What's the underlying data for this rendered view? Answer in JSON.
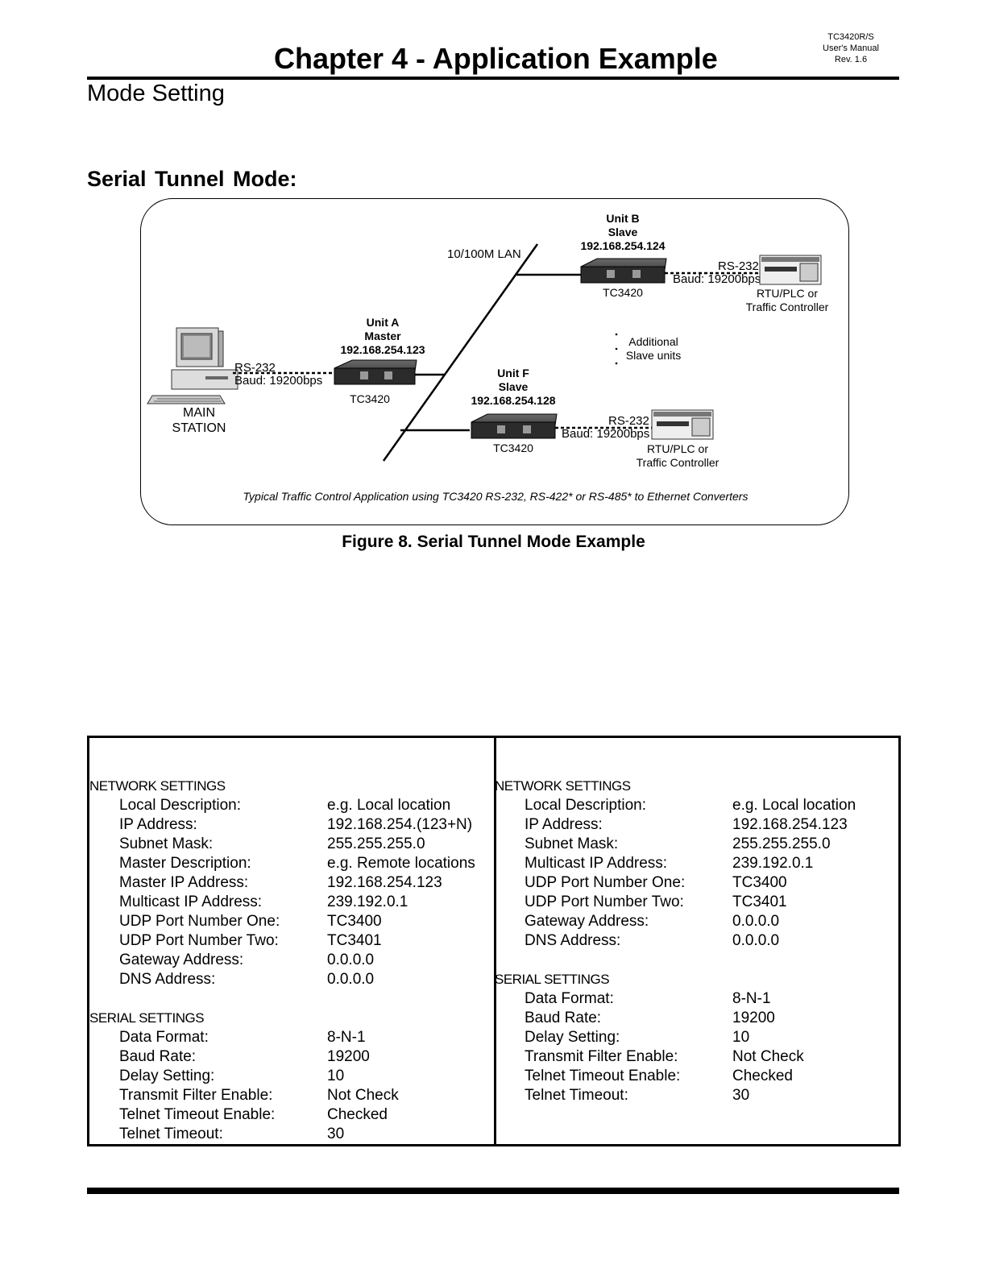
{
  "header": {
    "chapter_title": "Chapter 4 - Application Example",
    "doc_code": "TC3420R/S",
    "doc_name": "User's Manual",
    "revision": "Rev. 1.6"
  },
  "section_title": "Mode Setting",
  "subsection_title": "Serial Tunnel Mode:",
  "figure": {
    "lan_label": "10/100M LAN",
    "unit_a": {
      "name": "Unit A",
      "role": "Master",
      "ip": "192.168.254.123",
      "model": "TC3420"
    },
    "unit_b": {
      "name": "Unit B",
      "role": "Slave",
      "ip": "192.168.254.124",
      "model": "TC3420"
    },
    "unit_f": {
      "name": "Unit F",
      "role": "Slave",
      "ip": "192.168.254.128",
      "model": "TC3420"
    },
    "main_station": {
      "line1": "MAIN",
      "line2": "STATION"
    },
    "rs232": "RS-232",
    "baud": "Baud: 19200bps",
    "rtu": {
      "line1": "RTU/PLC or",
      "line2": "Traffic Controller"
    },
    "additional": {
      "line1": "Additional",
      "line2": "Slave units"
    },
    "caption_italic": "Typical Traffic Control Application using TC3420 RS-232, RS-422* or RS-485* to Ethernet Converters"
  },
  "figure_caption": "Figure 8.  Serial Tunnel Mode Example",
  "settings_left": {
    "network_heading": "NETWORK SETTINGS",
    "network": [
      {
        "label": "Local Description:",
        "value": "e.g. Local location"
      },
      {
        "label": "IP Address:",
        "value": "192.168.254.(123+N)"
      },
      {
        "label": "Subnet Mask:",
        "value": "255.255.255.0"
      },
      {
        "label": "Master Description:",
        "value": "e.g. Remote locations"
      },
      {
        "label": "Master IP Address:",
        "value": "192.168.254.123"
      },
      {
        "label": "Multicast IP Address:",
        "value": "239.192.0.1"
      },
      {
        "label": "UDP Port Number One:",
        "value": "TC3400"
      },
      {
        "label": "UDP Port Number Two:",
        "value": "TC3401"
      },
      {
        "label": "Gateway Address:",
        "value": "0.0.0.0"
      },
      {
        "label": "DNS Address:",
        "value": "0.0.0.0"
      }
    ],
    "serial_heading": "SERIAL SETTINGS",
    "serial": [
      {
        "label": "Data Format:",
        "value": "8-N-1"
      },
      {
        "label": "Baud Rate:",
        "value": "19200"
      },
      {
        "label": "Delay Setting:",
        "value": "10"
      },
      {
        "label": "Transmit Filter Enable:",
        "value": "Not Check"
      },
      {
        "label": "Telnet Timeout Enable:",
        "value": "Checked"
      },
      {
        "label": "Telnet Timeout:",
        "value": "30"
      }
    ]
  },
  "settings_right": {
    "network_heading": "NETWORK SETTINGS",
    "network": [
      {
        "label": "Local Description:",
        "value": "e.g. Local location"
      },
      {
        "label": "IP Address:",
        "value": "192.168.254.123"
      },
      {
        "label": "Subnet Mask:",
        "value": "255.255.255.0"
      },
      {
        "label": "Multicast IP Address:",
        "value": "239.192.0.1"
      },
      {
        "label": "UDP Port Number One:",
        "value": "TC3400"
      },
      {
        "label": "UDP Port Number Two:",
        "value": "TC3401"
      },
      {
        "label": "Gateway Address:",
        "value": "0.0.0.0"
      },
      {
        "label": "DNS Address:",
        "value": "0.0.0.0"
      }
    ],
    "serial_heading": "SERIAL SETTINGS",
    "serial": [
      {
        "label": "Data Format:",
        "value": "8-N-1"
      },
      {
        "label": "Baud Rate:",
        "value": "19200"
      },
      {
        "label": "Delay Setting:",
        "value": "10"
      },
      {
        "label": "Transmit Filter Enable:",
        "value": "Not Check"
      },
      {
        "label": "Telnet Timeout Enable:",
        "value": "Checked"
      },
      {
        "label": "Telnet Timeout:",
        "value": "30"
      }
    ]
  }
}
